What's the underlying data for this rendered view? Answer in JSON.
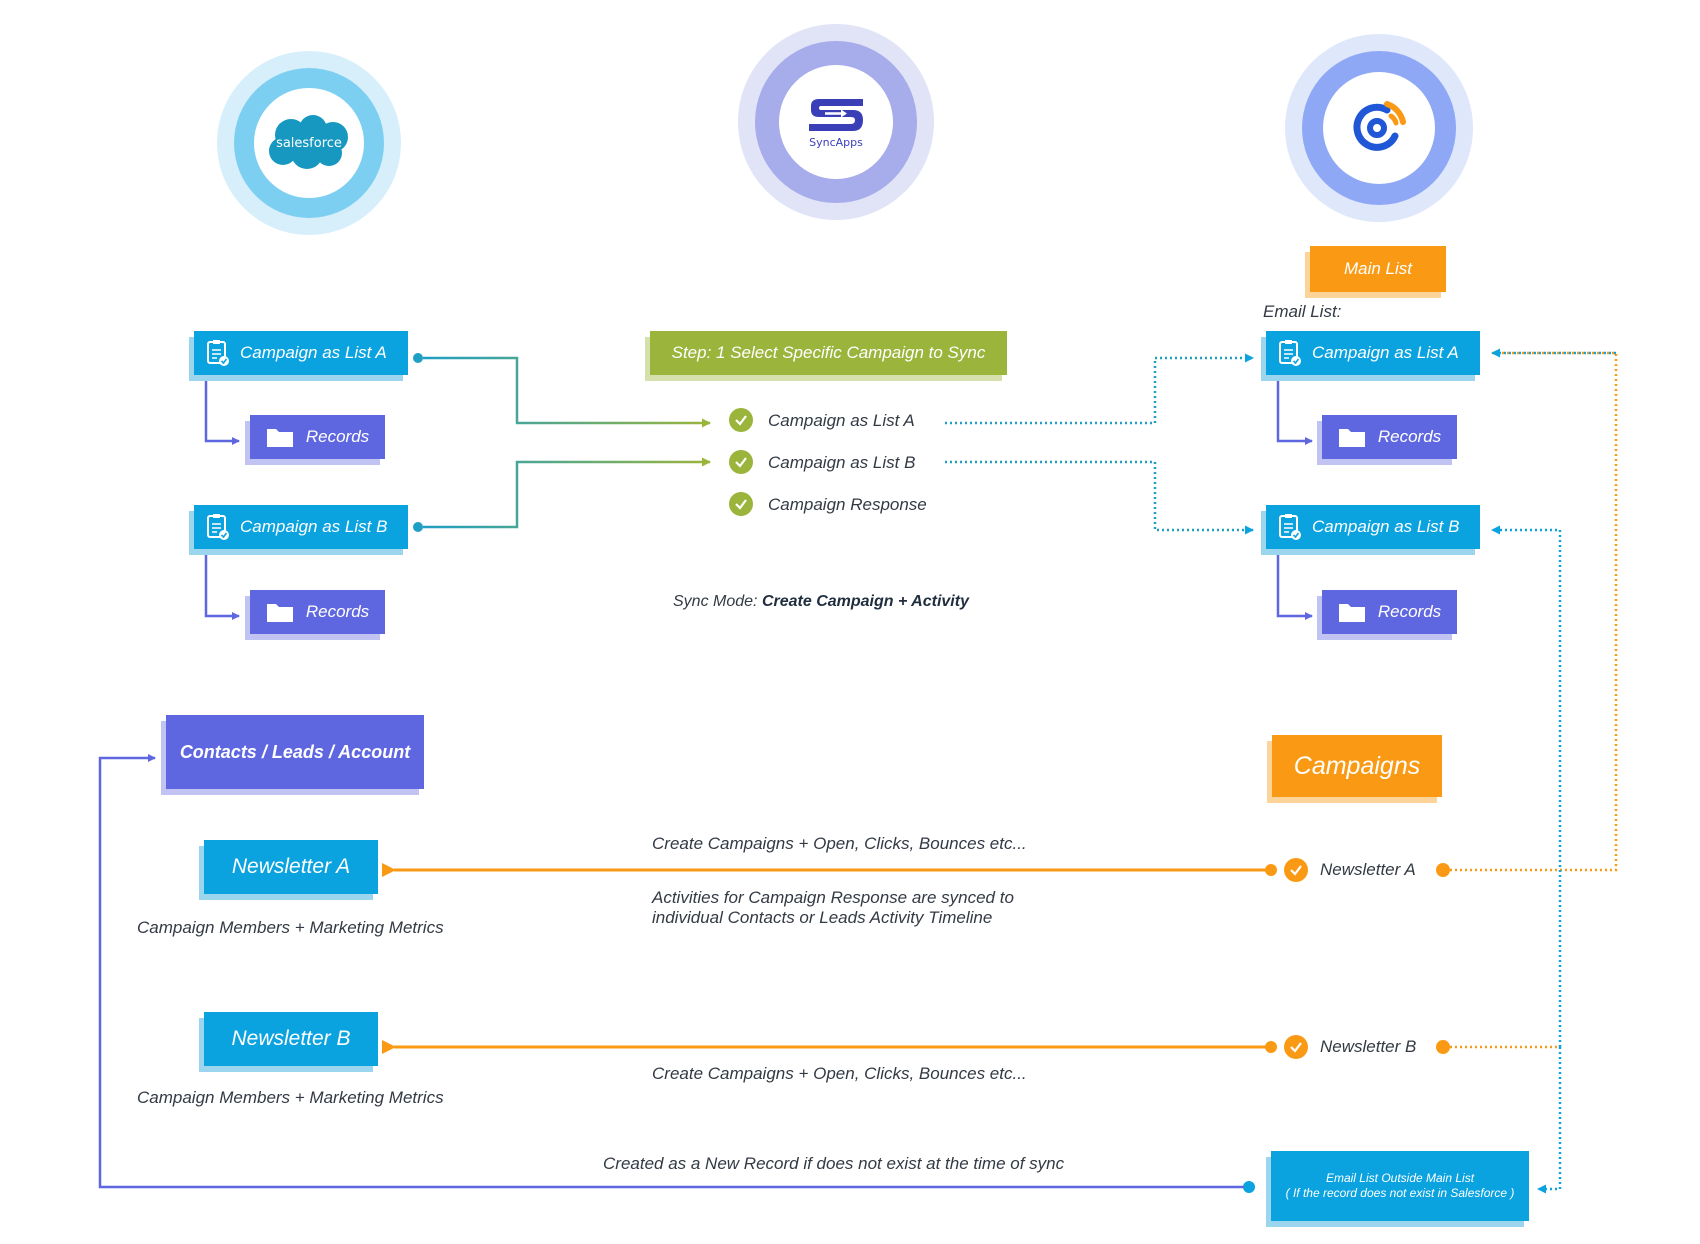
{
  "logos": {
    "salesforce": {
      "text": "salesforce",
      "icon": "salesforce-cloud-icon"
    },
    "syncapps": {
      "text": "SyncApps",
      "icon": "syncapps-s-icon"
    },
    "campaigner": {
      "icon": "campaigner-c-icon"
    }
  },
  "left": {
    "campaign_a": "Campaign as List A",
    "records_a": "Records",
    "campaign_b": "Campaign as List B",
    "records_b": "Records",
    "contacts": "Contacts / Leads / Account",
    "newsletter_a": "Newsletter A",
    "newsletter_a_caption": "Campaign Members + Marketing Metrics",
    "newsletter_b": "Newsletter B",
    "newsletter_b_caption": "Campaign Members + Marketing Metrics"
  },
  "middle": {
    "step_label": "Step: 1 Select Specific Campaign to Sync",
    "options": [
      "Campaign as List A",
      "Campaign as List B",
      "Campaign Response"
    ],
    "sync_mode_label": "Sync Mode:",
    "sync_mode_value": "Create Campaign + Activity",
    "flow_a_label": "Create Campaigns + Open, Clicks, Bounces etc...",
    "activities_line1": "Activities for Campaign Response are synced to",
    "activities_line2": "individual Contacts or Leads Activity Timeline",
    "flow_b_label": "Create Campaigns + Open, Clicks, Bounces etc...",
    "new_record_label": "Created as a New Record if does not exist at the time of sync"
  },
  "right": {
    "main_list": "Main List",
    "email_list_label": "Email List:",
    "campaign_a": "Campaign as List A",
    "records_a": "Records",
    "campaign_b": "Campaign as List B",
    "records_b": "Records",
    "campaigns": "Campaigns",
    "newsletter_a": "Newsletter A",
    "newsletter_b": "Newsletter B",
    "outside_line1": "Email List Outside Main List",
    "outside_line2": "( If the record does not exist in Salesforce )"
  },
  "colors": {
    "cyan": "#0aa3e0",
    "purple": "#5f67e0",
    "orange": "#fa9a14",
    "green": "#9bb43c",
    "teal": "#1f9fc4",
    "lime": "#9bb43c"
  }
}
